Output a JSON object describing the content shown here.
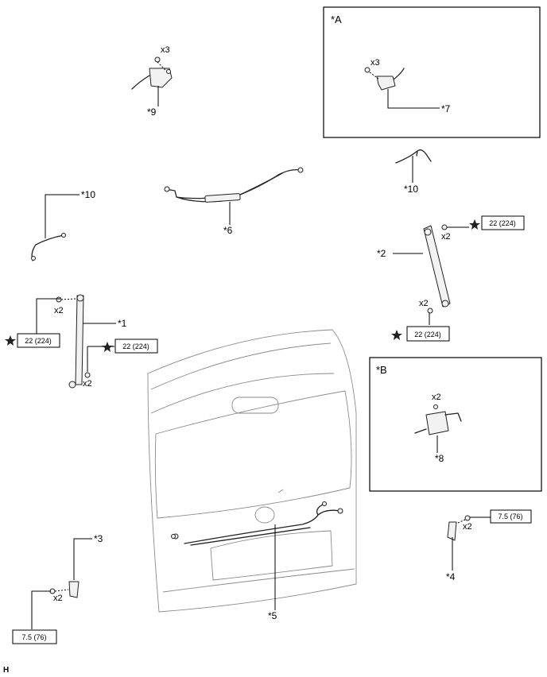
{
  "parts": {
    "p1": "*1",
    "p2": "*2",
    "p3": "*3",
    "p4": "*4",
    "p5": "*5",
    "p6": "*6",
    "p7": "*7",
    "p8": "*8",
    "p9": "*9",
    "p10": "*10"
  },
  "insets": {
    "a": "*A",
    "b": "*B"
  },
  "quantities": {
    "x2": "x2",
    "x3": "x3"
  },
  "torques": {
    "t22": "22 (224)",
    "t75": "7.5 (76)"
  },
  "corner_mark": "H"
}
